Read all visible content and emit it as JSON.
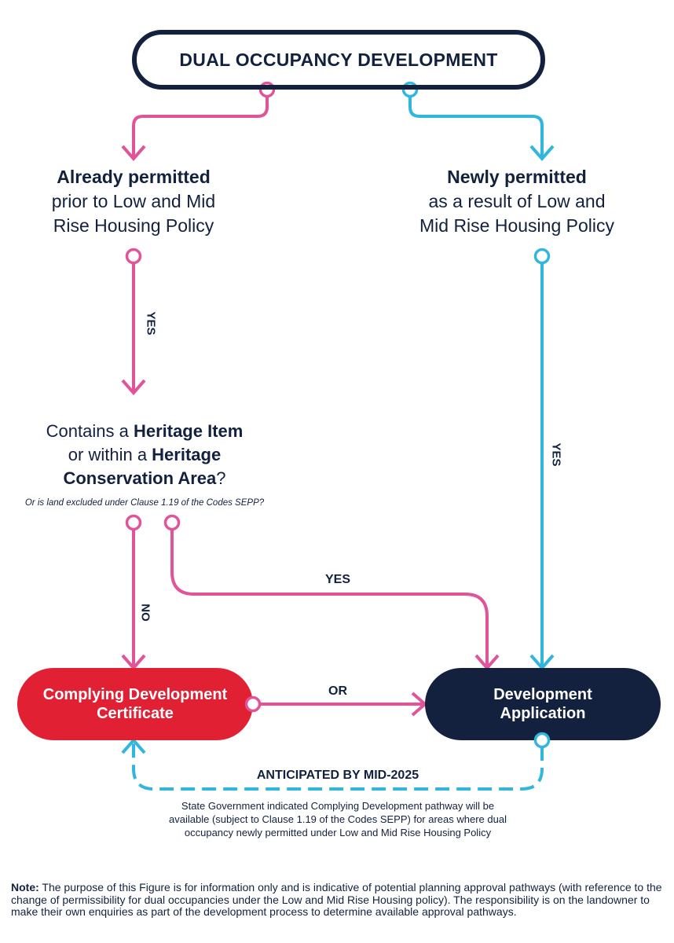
{
  "top_title": "DUAL OCCUPANCY DEVELOPMENT",
  "left_branch": {
    "heading": "Already permitted",
    "line1": "prior to Low and Mid",
    "line2": "Rise Housing Policy"
  },
  "right_branch": {
    "heading": "Newly permitted",
    "line1": "as a result of Low and",
    "line2": "Mid Rise Housing Policy"
  },
  "edge_labels": {
    "left_yes": "YES",
    "right_yes": "YES",
    "heritage_yes": "YES",
    "heritage_no": "NO",
    "or": "OR",
    "anticipated": "ANTICIPATED BY MID-2025"
  },
  "heritage_question": {
    "p1": "Contains a ",
    "b1": "Heritage Item",
    "p2": "or within a ",
    "b2": "Heritage",
    "b3": "Conservation Area",
    "p3": "?",
    "sub": "Or is land excluded under Clause 1.19 of the Codes SEPP?"
  },
  "cdc": {
    "line1": "Complying Development",
    "line2": "Certificate"
  },
  "da": {
    "line1": "Development",
    "line2": "Application"
  },
  "state_note": {
    "line1": "State Government indicated Complying Development pathway will be",
    "line2": "available (subject to Clause 1.19 of the Codes SEPP) for areas where dual",
    "line3": "occupancy newly permitted under Low and Mid Rise Housing Policy"
  },
  "footnote": {
    "label": "Note:",
    "text": " The purpose of this Figure is for information only and is indicative of potential planning approval pathways (with reference to the change of permissibility for dual occupancies under the Low and Mid Rise Housing policy). The responsibility is on the landowner to make their own enquiries as part of the development process to determine available approval pathways."
  },
  "colors": {
    "navy": "#13213f",
    "pink": "#e0549a",
    "cyan": "#31b7dc",
    "red": "#e12034"
  }
}
